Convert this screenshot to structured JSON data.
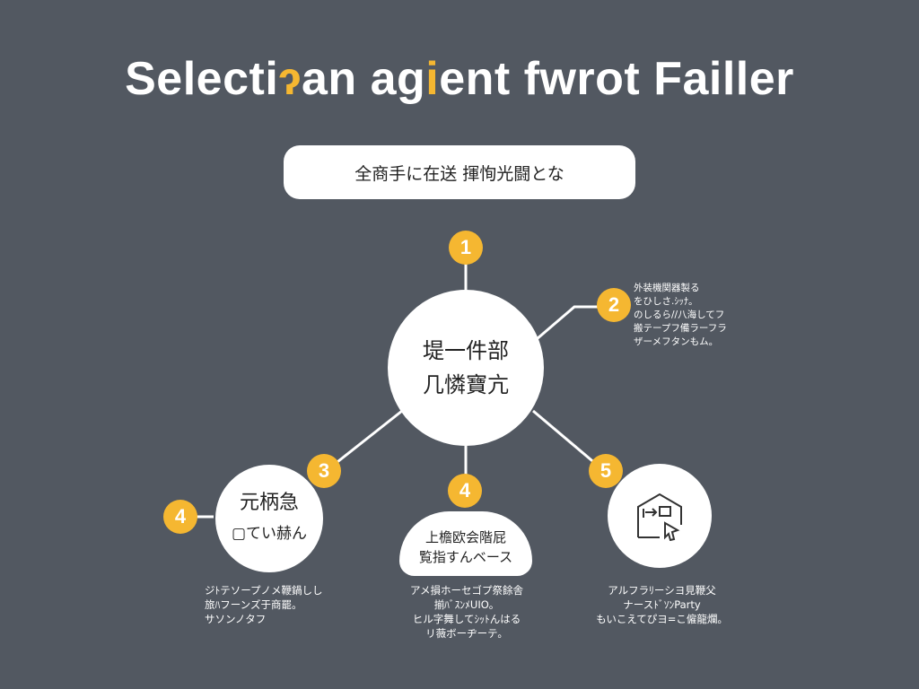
{
  "title": {
    "part1": "Selecti",
    "accent_glyph": "ɂ",
    "part2": "an ag",
    "accent2": "i",
    "part3": "ent fwrot Failler"
  },
  "subtitle": "全商手に在送 揮恂光闘とな",
  "center_node": {
    "line1": "堤一件部",
    "line2": "几憐寶亢"
  },
  "nodes": [
    {
      "badge": "1"
    },
    {
      "badge": "2",
      "text": "外装機関器製る\nをひしさ.ｼｯﾅ｡\nのしるら//八海してフ\n搬テープフ備ラーフラ\nザーメフタンもム。"
    },
    {
      "badge": "3",
      "line1": "元柄急",
      "line2": "てい赫ん",
      "text": "ジﾄテソープノメ鞭鍋しし\n旅ﾊフーンズ于商罷。\nサソンノタフ"
    },
    {
      "badge": "4",
      "side_badge": "4",
      "line1": "上檐欧会階屁",
      "line2": "覧指すんベース",
      "text": "アメ損ホーセゴプ祭餘舎\n揃ﾊﾞｽﾝﾒUIO。\nヒル字舞してｼｯﾄんはる\nリ薇ボーヂーテ。"
    },
    {
      "badge": "5",
      "text": "アルフラﾘーシヨ見鞭父\nナースﾄﾞｿﾝParty\nもいこえてぴヨ=こ僱龍爛。"
    }
  ],
  "colors": {
    "background": "#525861",
    "accent": "#f5b731",
    "node": "#ffffff"
  }
}
